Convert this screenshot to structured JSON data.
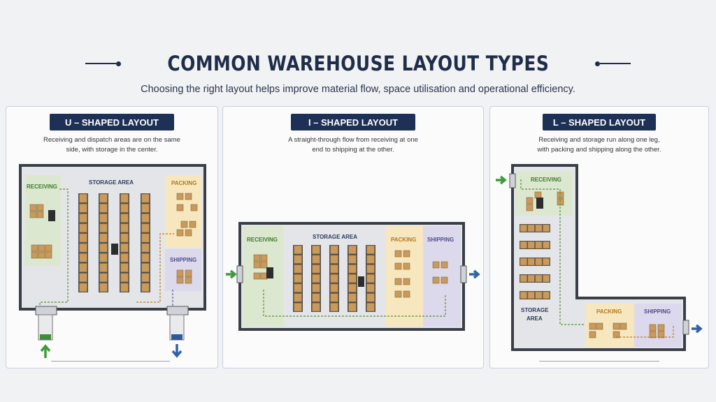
{
  "header": {
    "title": "COMMON WAREHOUSE LAYOUT TYPES",
    "subtitle": "Choosing the right layout helps improve material flow, space utilisation and operational efficiency."
  },
  "layouts": [
    {
      "title": "U – SHAPED LAYOUT",
      "description": [
        "Receiving and dispatch areas are on the same",
        "side, with storage in the center."
      ],
      "zones": {
        "receiving": "RECEIVING",
        "storage": "STORAGE AREA",
        "packing": "PACKING",
        "shipping": "SHIPPING"
      }
    },
    {
      "title": "I – SHAPED LAYOUT",
      "description": [
        "A straight-through flow from receiving at one",
        "end to shipping at the other."
      ],
      "zones": {
        "receiving": "RECEIVING",
        "storage": "STORAGE AREA",
        "packing": "PACKING",
        "shipping": "SHIPPING"
      }
    },
    {
      "title": "L – SHAPED LAYOUT",
      "description": [
        "Receiving and storage run along one leg,",
        "with packing and shipping along the other."
      ],
      "zones": {
        "receiving": "RECEIVING",
        "storage_line1": "STORAGE",
        "storage_line2": "AREA",
        "packing": "PACKING",
        "shipping": "SHIPPING"
      }
    }
  ],
  "colors": {
    "navy": "#1d3055",
    "receiving": "#dbe8cf",
    "storage": "#e3e5e8",
    "packing": "#f7e7bf",
    "shipping": "#dcd9ec",
    "inbound_arrow": "#3f9a3c",
    "outbound_arrow": "#2e63a6"
  }
}
